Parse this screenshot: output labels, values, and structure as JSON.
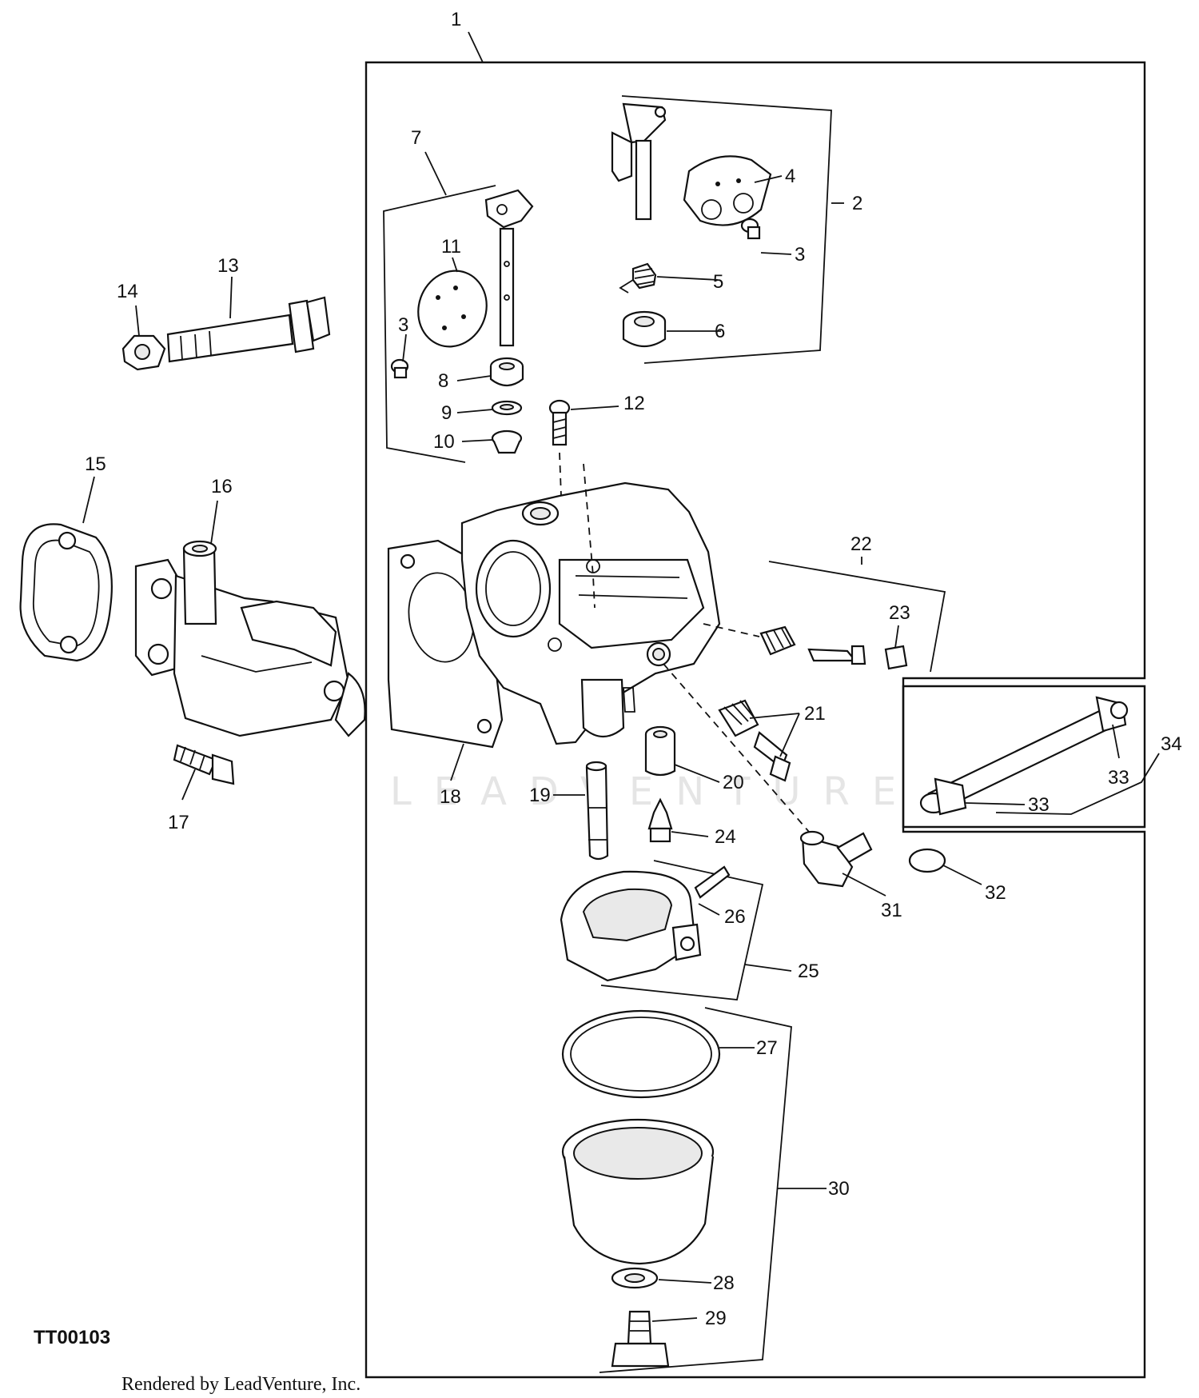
{
  "figure_code": "TT00103",
  "credit": "Rendered by LeadVenture, Inc.",
  "watermark": "LEADVENTURE",
  "callouts": [
    {
      "id": "c1",
      "label": "1"
    },
    {
      "id": "c2",
      "label": "2"
    },
    {
      "id": "c3a",
      "label": "3"
    },
    {
      "id": "c3b",
      "label": "3"
    },
    {
      "id": "c4",
      "label": "4"
    },
    {
      "id": "c5",
      "label": "5"
    },
    {
      "id": "c6",
      "label": "6"
    },
    {
      "id": "c7",
      "label": "7"
    },
    {
      "id": "c8",
      "label": "8"
    },
    {
      "id": "c9",
      "label": "9"
    },
    {
      "id": "c10",
      "label": "10"
    },
    {
      "id": "c11",
      "label": "11"
    },
    {
      "id": "c12",
      "label": "12"
    },
    {
      "id": "c13",
      "label": "13"
    },
    {
      "id": "c14",
      "label": "14"
    },
    {
      "id": "c15",
      "label": "15"
    },
    {
      "id": "c16",
      "label": "16"
    },
    {
      "id": "c17",
      "label": "17"
    },
    {
      "id": "c18",
      "label": "18"
    },
    {
      "id": "c19",
      "label": "19"
    },
    {
      "id": "c20",
      "label": "20"
    },
    {
      "id": "c21",
      "label": "21"
    },
    {
      "id": "c22",
      "label": "22"
    },
    {
      "id": "c23",
      "label": "23"
    },
    {
      "id": "c24",
      "label": "24"
    },
    {
      "id": "c25",
      "label": "25"
    },
    {
      "id": "c26",
      "label": "26"
    },
    {
      "id": "c27",
      "label": "27"
    },
    {
      "id": "c28",
      "label": "28"
    },
    {
      "id": "c29",
      "label": "29"
    },
    {
      "id": "c30",
      "label": "30"
    },
    {
      "id": "c31",
      "label": "31"
    },
    {
      "id": "c32",
      "label": "32"
    },
    {
      "id": "c33a",
      "label": "33"
    },
    {
      "id": "c33b",
      "label": "33"
    },
    {
      "id": "c34",
      "label": "34"
    }
  ]
}
